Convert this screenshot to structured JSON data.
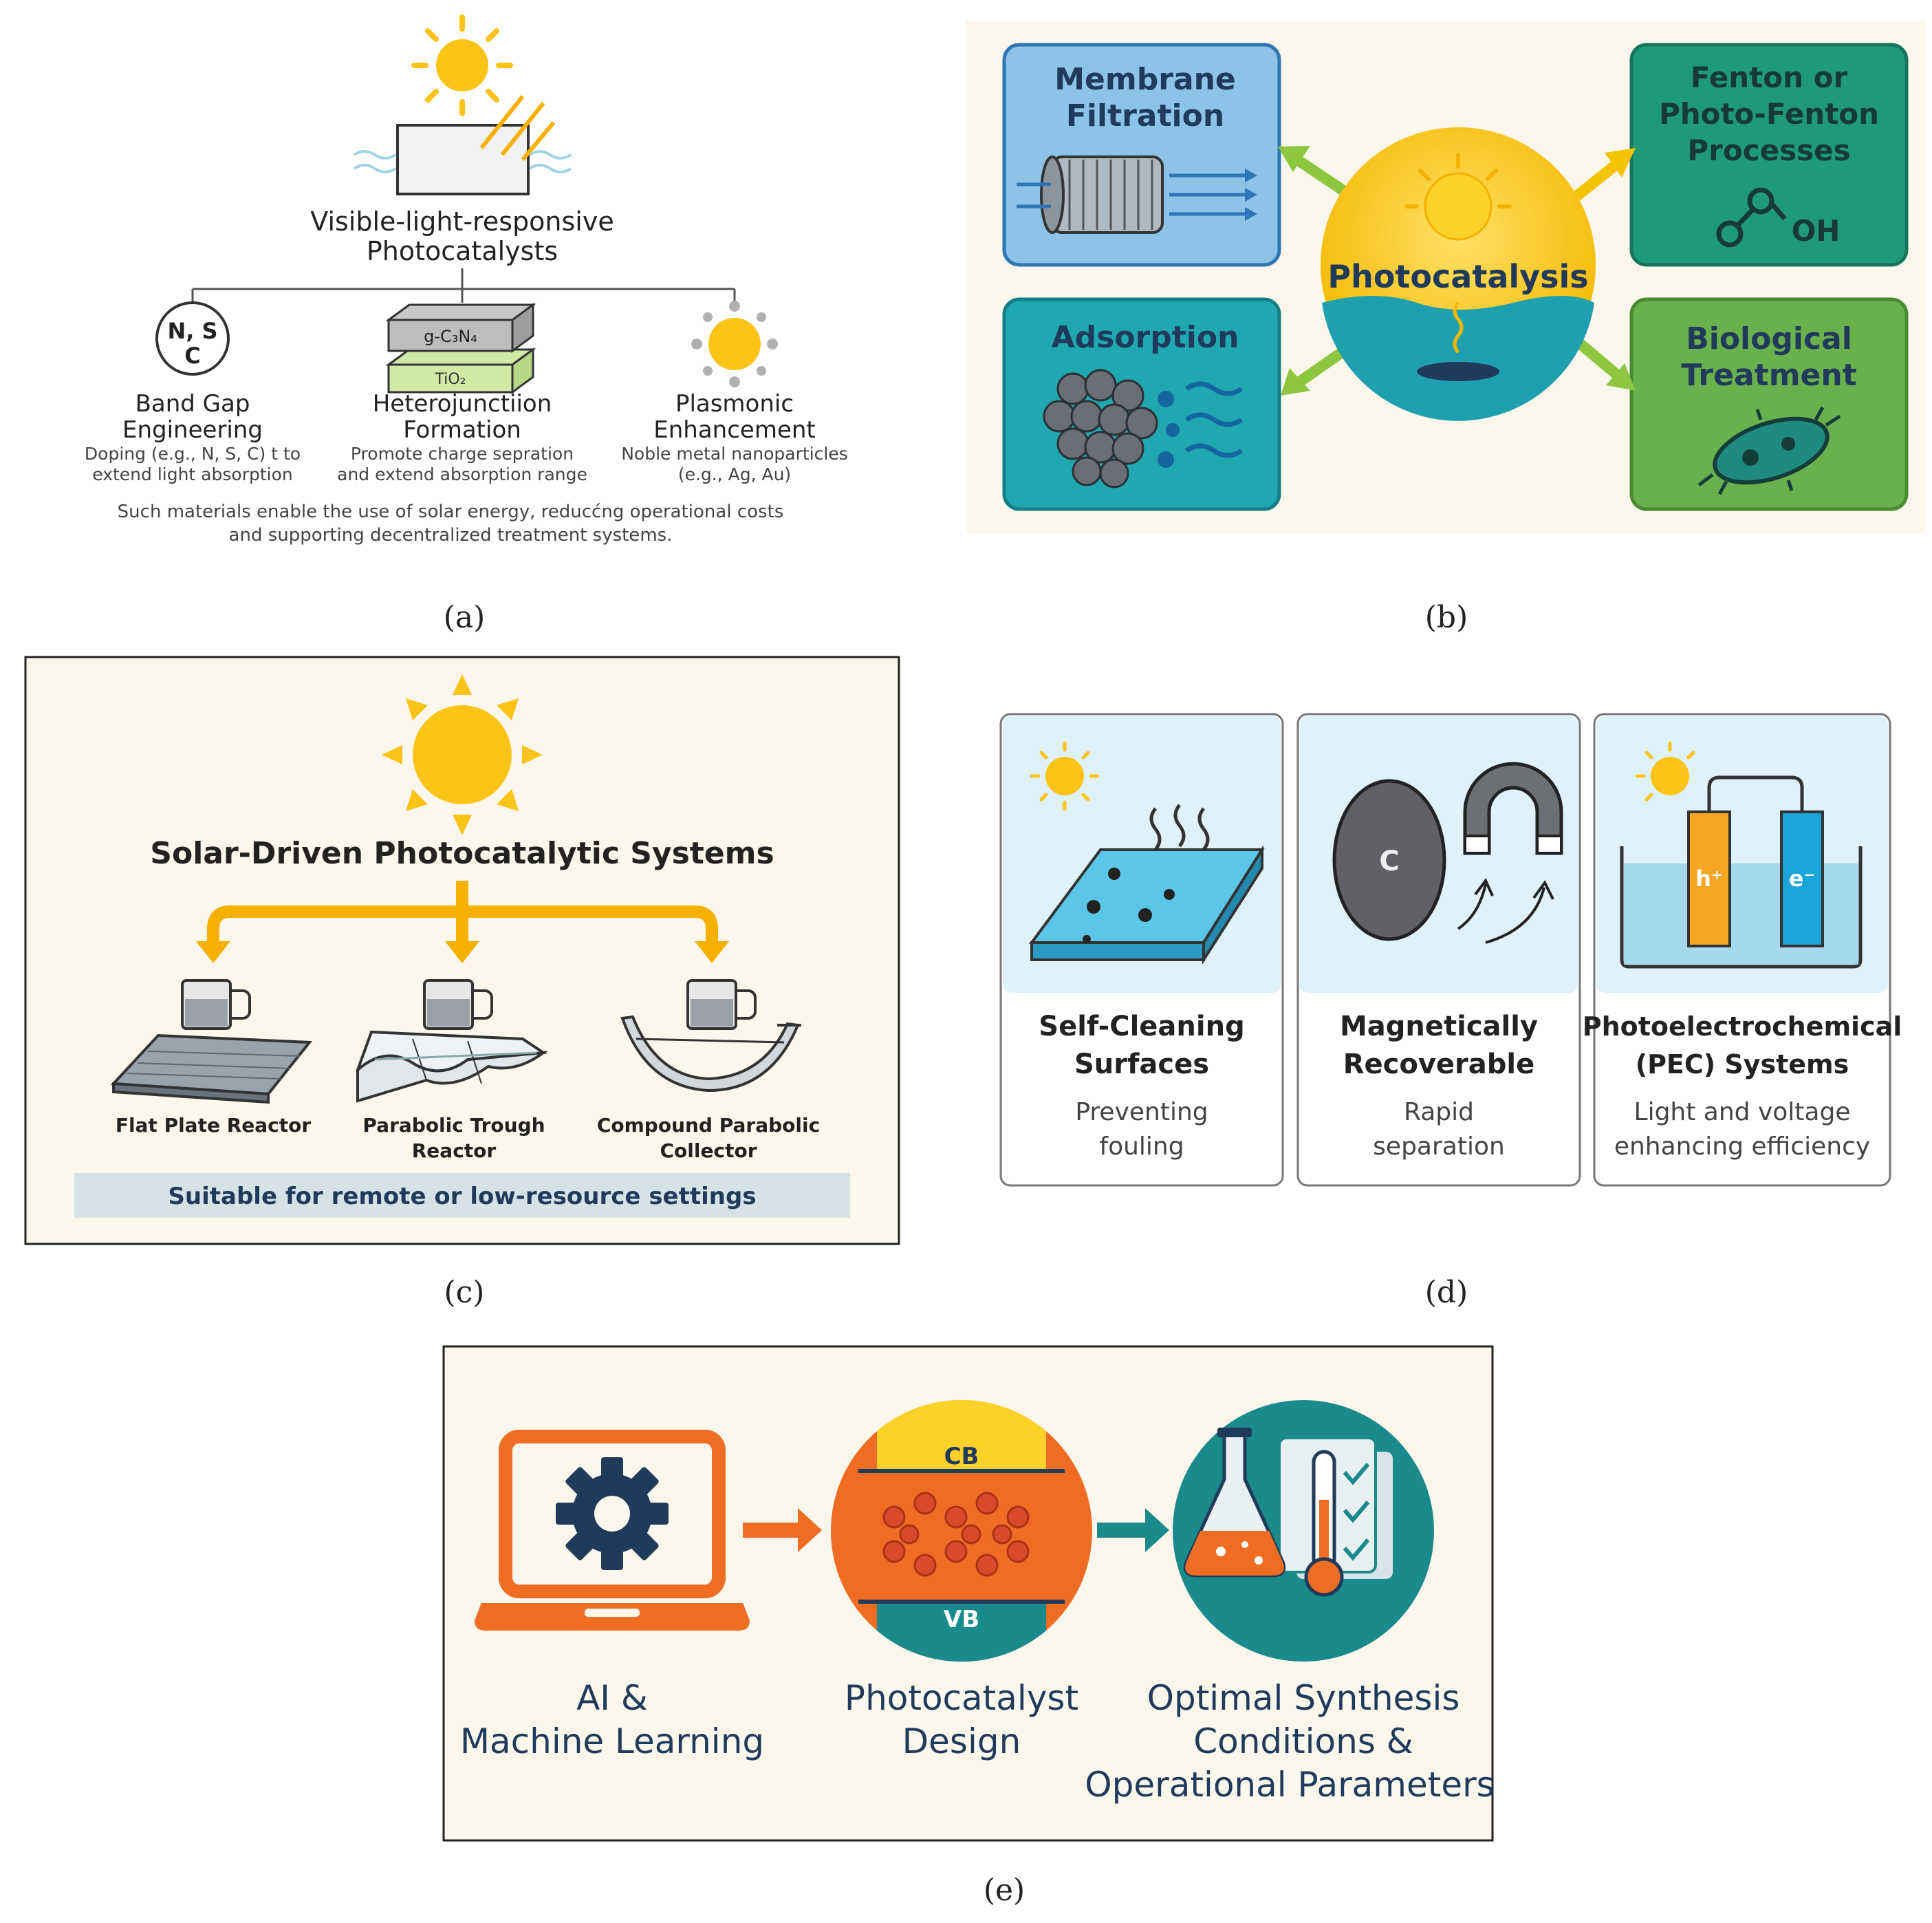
{
  "captions": {
    "a": "(a)",
    "b": "(b)",
    "c": "(c)",
    "d": "(d)",
    "e": "(e)"
  },
  "panel_a": {
    "title_line1": "Visible-light-responsive",
    "title_line2": "Photocatalysts",
    "doping_icon_l1": "N, S",
    "doping_icon_l2": "C",
    "layer_top": "g-C₃N₄",
    "layer_bottom": "TiO₂",
    "items": [
      {
        "title1": "Band Gap",
        "title2": "Engineering",
        "desc1": "Doping (e.g., N, S, C) t to",
        "desc2": "extend light absorption"
      },
      {
        "title1": "Heterojunctiion",
        "title2": "Formation",
        "desc1": "Promote charge sepration",
        "desc2": "and extend absorption range"
      },
      {
        "title1": "Plasmonic",
        "title2": "Enhancement",
        "desc1": "Noble metal nanoparticles",
        "desc2": "(e.g., Ag, Au)"
      }
    ],
    "footer1": "Such materials enable the use of solar energy, reducćng operational costs",
    "footer2": "and supporting decentralized treatment systems."
  },
  "panel_b": {
    "center": "Photocatalysis",
    "membrane1": "Membrane",
    "membrane2": "Filtration",
    "fenton1": "Fenton or",
    "fenton2": "Photo-Fenton",
    "fenton3": "Processes",
    "oh": "OH",
    "adsorption": "Adsorption",
    "bio1": "Biological",
    "bio2": "Treatment"
  },
  "panel_c": {
    "title": "Solar-Driven Photocatalytic Systems",
    "reactors": [
      {
        "l1": "Flat Plate Reactor",
        "l2": ""
      },
      {
        "l1": "Parabolic Trough",
        "l2": "Reactor"
      },
      {
        "l1": "Compound Parabolic",
        "l2": "Collector"
      }
    ],
    "banner": "Suitable for remote or low-resource settings"
  },
  "panel_d": {
    "cards": [
      {
        "t1": "Self-Cleaning",
        "t2": "Surfaces",
        "d1": "Preventing",
        "d2": "fouling"
      },
      {
        "t1": "Magnetically",
        "t2": "Recoverable",
        "d1": "Rapid",
        "d2": "separation"
      },
      {
        "t1": "Photoelectrochemical",
        "t2": "(PEC) Systems",
        "d1": "Light and voltage",
        "d2": "enhancing efficiency"
      }
    ],
    "oval_label": "C",
    "hole": "h⁺",
    "electron": "e⁻"
  },
  "panel_e": {
    "ai1": "AI &",
    "ai2": "Machine Learning",
    "design1": "Photocatalyst",
    "design2": "Design",
    "opt1": "Optimal Synthesis",
    "opt2": "Conditions &",
    "opt3": "Operational Parameters",
    "cb": "CB",
    "vb": "VB"
  },
  "colors": {
    "sun": "#fcc419",
    "orange": "#ef6c23",
    "teal": "#1a8a8c",
    "navy": "#1f3a5a",
    "membrane_blue": "#8cc3e6",
    "fenton_green": "#1f9a78",
    "adsorption_teal": "#20a8b0",
    "bio_green": "#6ab04c"
  }
}
